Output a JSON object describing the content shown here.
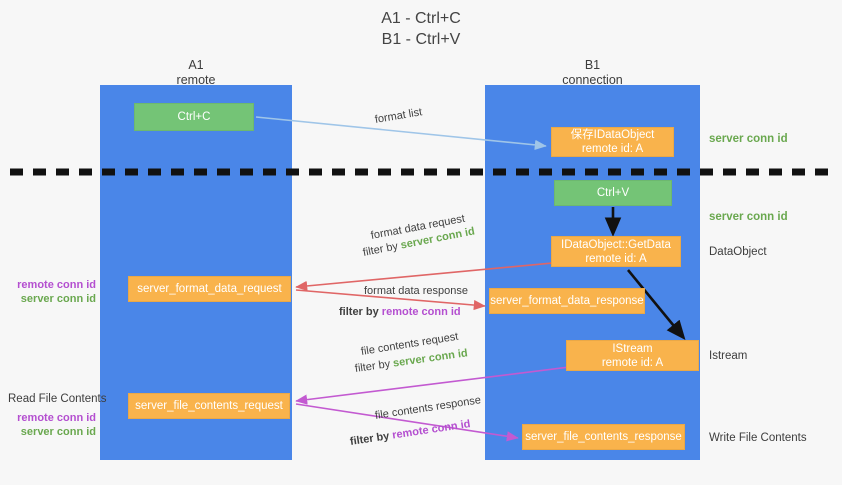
{
  "title": {
    "line1": "A1 - Ctrl+C",
    "line2": "B1 - Ctrl+V"
  },
  "columns": [
    {
      "name": "A1",
      "role": "remote"
    },
    {
      "name": "B1",
      "role": "connection"
    }
  ],
  "nodes": {
    "ctrl_c": {
      "label": "Ctrl+C",
      "color": "#74c476"
    },
    "save_idataobject": {
      "line1": "保存IDataObject",
      "line2": "remote id: A",
      "color": "#f9b34c"
    },
    "ctrl_v": {
      "label": "Ctrl+V",
      "color": "#74c476"
    },
    "getdata": {
      "line1": "IDataObject::GetData",
      "line2": "remote id: A",
      "color": "#f9b34c"
    },
    "format_data_request": {
      "label": "server_format_data_request",
      "color": "#f9b34c"
    },
    "format_data_response": {
      "label": "server_format_data_response",
      "color": "#f9b34c"
    },
    "istream": {
      "line1": "IStream",
      "line2": "remote id: A",
      "color": "#f9b34c"
    },
    "file_contents_request": {
      "label": "server_file_contents_request",
      "color": "#f9b34c"
    },
    "file_contents_response": {
      "label": "server_file_contents_response",
      "color": "#f9b34c"
    }
  },
  "edges": {
    "format_list": {
      "label": "format list"
    },
    "format_data_request": {
      "label": "format data request",
      "filter_prefix": "filter by ",
      "filter_value": "server conn id"
    },
    "format_data_response": {
      "label": "format data response",
      "filter_prefix": "filter by ",
      "filter_value": "remote conn id"
    },
    "file_contents_request": {
      "label": "file contents request",
      "filter_prefix": "filter by ",
      "filter_value": "server conn id"
    },
    "file_contents_response": {
      "label": "file contents response",
      "filter_prefix": "filter by ",
      "filter_value": "remote conn id"
    }
  },
  "annotations": {
    "server_conn_id_top": "server conn id",
    "server_conn_id_mid": "server conn id",
    "dataobject": "DataObject",
    "istream": "Istream",
    "write_file_contents": "Write File Contents",
    "read_file_contents": "Read File Contents",
    "left_ids_mid": {
      "remote": "remote conn id",
      "server": "server conn id"
    },
    "left_ids_bottom": {
      "remote": "remote conn id",
      "server": "server conn id"
    }
  },
  "colors": {
    "lane": "#4a86e8",
    "green_box": "#74c476",
    "orange_box": "#f9b34c",
    "green_text": "#6aa84f",
    "magenta_text": "#b44fd0",
    "red_arrow": "#e06666",
    "magenta_arrow": "#c councils"
  }
}
